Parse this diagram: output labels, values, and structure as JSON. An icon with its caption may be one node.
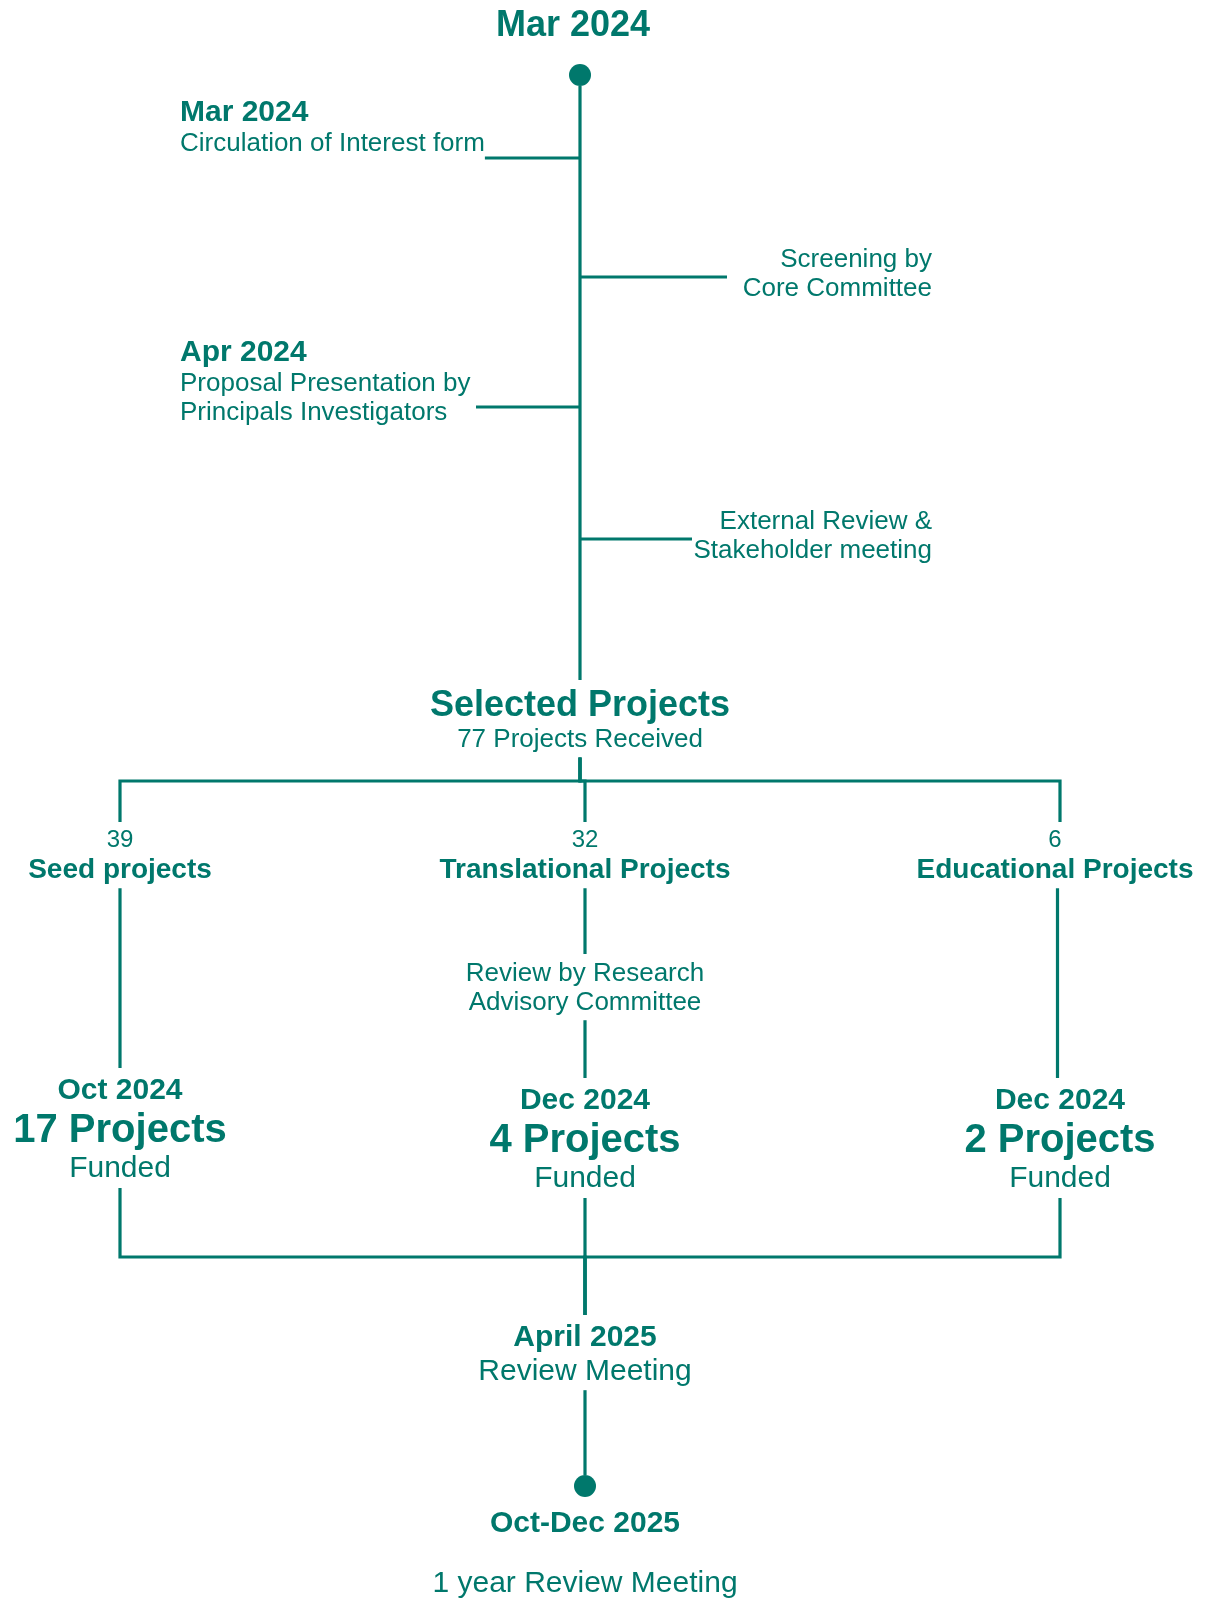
{
  "diagram": {
    "nodes": [
      {
        "text": [],
        "shape": "circle",
        "beside": [
          "Mar 2024"
        ]
      },
      {
        "text": [
          "Mar 2024",
          "Circulation of Interest form"
        ]
      },
      {
        "text": [
          "Screening by Core Committee"
        ]
      },
      {
        "text": [
          "Apr 2024",
          "Proposal Presentation by Principals Investigators"
        ]
      },
      {
        "text": [
          "External Review & Stakeholder meeting"
        ]
      },
      {
        "text": [
          "Selected Projects",
          "77 Projects Received"
        ]
      },
      {
        "text": [
          "39",
          "Seed projects"
        ]
      },
      {
        "text": [
          "32",
          "Translational Projects"
        ]
      },
      {
        "text": [
          "6",
          "Educational Projects"
        ]
      },
      {
        "text": [
          "Review by Research Advisory Committee"
        ]
      },
      {
        "text": [
          "Oct 2024",
          "17 Projects",
          "Funded"
        ]
      },
      {
        "text": [
          "Dec 2024",
          "4 Projects",
          "Funded"
        ]
      },
      {
        "text": [
          "Dec 2024",
          "2 Projects",
          "Funded"
        ]
      },
      {
        "text": [
          "April 2025",
          "Review Meeting"
        ]
      },
      {
        "text": [],
        "shape": "circle",
        "beside": [
          "Oct-Dec 2025",
          "1 year Review Meeting"
        ]
      }
    ],
    "edges": [
      {
        "from": 0,
        "to": 5,
        "arrow": "none"
      },
      {
        "from": null,
        "to": 1,
        "arrow": "none"
      },
      {
        "from": null,
        "to": 2,
        "arrow": "none"
      },
      {
        "from": null,
        "to": 3,
        "arrow": "none"
      },
      {
        "from": null,
        "to": 4,
        "arrow": "none"
      },
      {
        "from": 5,
        "to": 6,
        "arrow": "none"
      },
      {
        "from": 5,
        "to": 7,
        "arrow": "none"
      },
      {
        "from": 5,
        "to": 8,
        "arrow": "none"
      },
      {
        "from": 6,
        "to": 10,
        "arrow": "none"
      },
      {
        "from": 7,
        "to": 9,
        "arrow": "none"
      },
      {
        "from": 9,
        "to": 11,
        "arrow": "none"
      },
      {
        "from": 8,
        "to": 12,
        "arrow": "none"
      },
      {
        "from": 10,
        "to": 13,
        "arrow": "none"
      },
      {
        "from": 11,
        "to": 13,
        "arrow": "none"
      },
      {
        "from": 12,
        "to": 13,
        "arrow": "none"
      },
      {
        "from": 13,
        "to": 14,
        "arrow": "none"
      }
    ]
  }
}
